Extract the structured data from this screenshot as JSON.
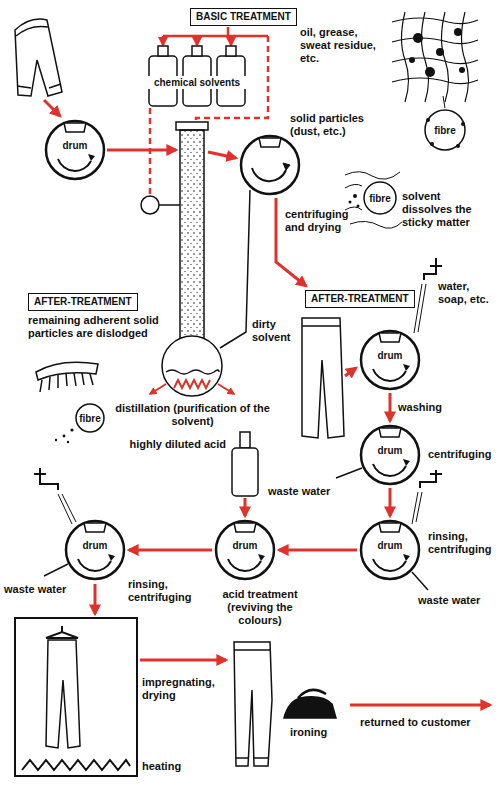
{
  "diagram": {
    "nodes": [
      {
        "text": [
          "BASIC TREATMENT"
        ]
      },
      {
        "text": [
          "drum"
        ]
      },
      {
        "text": [
          "AFTER-TREATMENT"
        ]
      },
      {
        "text": [
          "AFTER-TREATMENT"
        ]
      },
      {
        "text": [
          "drum"
        ]
      },
      {
        "text": [
          "drum"
        ]
      },
      {
        "text": [
          "drum"
        ]
      },
      {
        "text": [
          "drum"
        ]
      },
      {
        "text": [
          "drum"
        ]
      }
    ],
    "edges": [
      {
        "from": 4,
        "to": 5,
        "arrow": "to",
        "label": "washing"
      },
      {
        "from": 5,
        "to": 6,
        "arrow": "to"
      },
      {
        "from": 6,
        "to": 7,
        "arrow": "to"
      },
      {
        "from": 7,
        "to": 8,
        "arrow": "to"
      }
    ],
    "labels": [
      "oil, grease, sweat residue, etc.",
      "chemical solvents",
      "fibre",
      "solid particles (dust, etc.)",
      "centrifuging and drying",
      "fibre",
      "solvent dissolves the sticky matter",
      "remaining adherent solid particles are dislodged",
      "dirty solvent",
      "water, soap, etc.",
      "distillation (purification of the solvent)",
      "fibre",
      "centrifuging",
      "highly diluted acid",
      "waste water",
      "rinsing, centrifuging",
      "waste water",
      "waste water",
      "rinsing, centrifuging",
      "acid treatment (reviving the colours)",
      "impregnating, drying",
      "ironing",
      "returned to customer",
      "heating"
    ]
  }
}
